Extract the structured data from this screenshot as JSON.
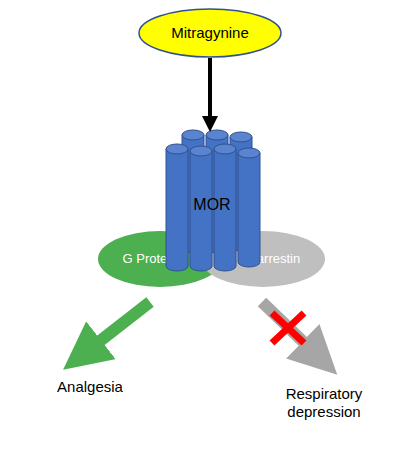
{
  "diagram": {
    "nodes": [
      {
        "text": [
          "Mitragynine"
        ]
      },
      {
        "text": [
          "MOR"
        ]
      },
      {
        "text": [
          "G Protein"
        ]
      },
      {
        "text": [
          "β arrestin"
        ]
      }
    ],
    "edges": [
      {
        "from": 0,
        "to": 1,
        "arrow": "to"
      }
    ],
    "labels": [
      "Analgesia",
      "Respiratory depression"
    ]
  }
}
